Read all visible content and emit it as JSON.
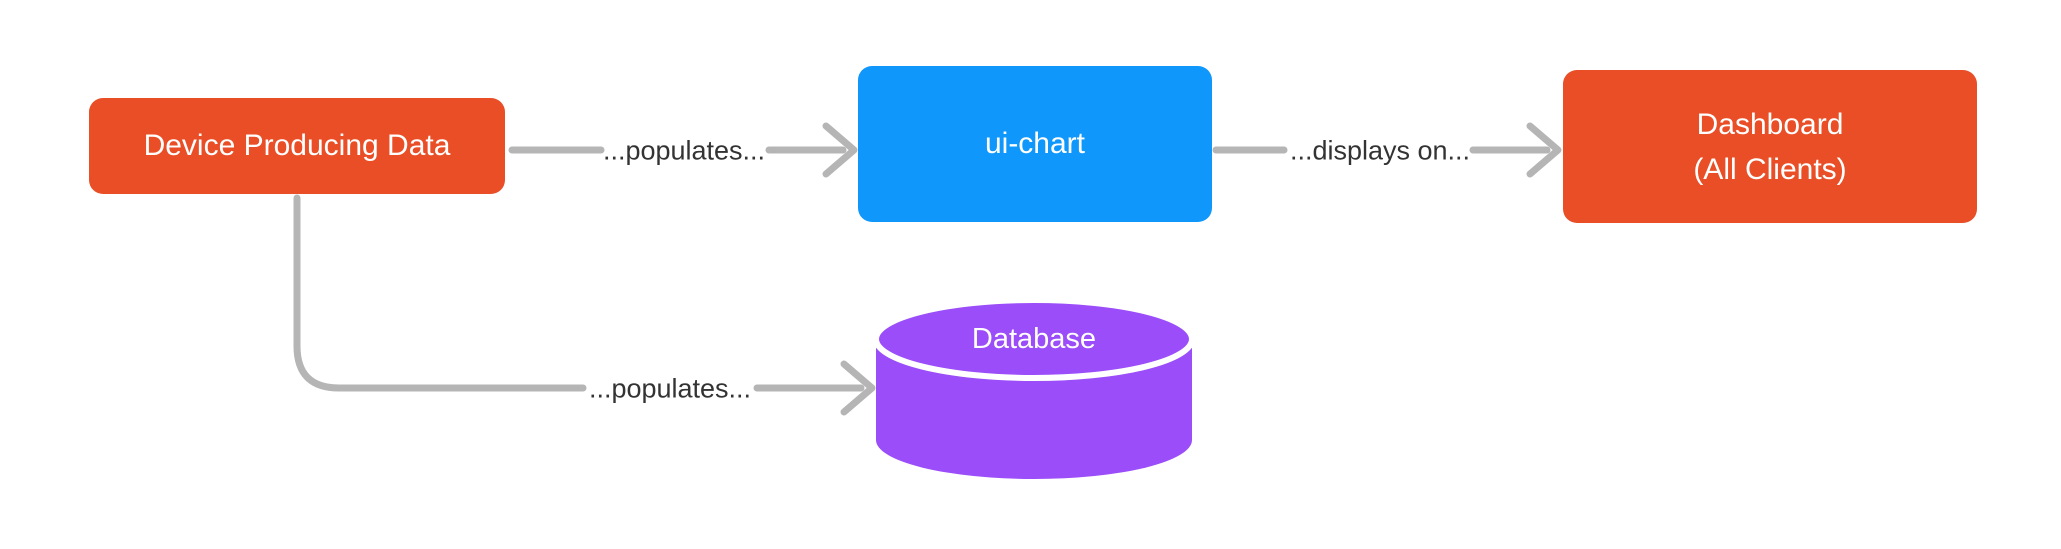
{
  "diagram": {
    "background": "#ffffff",
    "nodes": [
      {
        "id": "device",
        "label": "Device Producing Data",
        "shape": "rounded-rect",
        "color": "#e94e26",
        "text_color": "#ffffff"
      },
      {
        "id": "ui-chart",
        "label": "ui-chart",
        "shape": "rounded-rect",
        "color": "#1097fb",
        "text_color": "#ffffff"
      },
      {
        "id": "dashboard",
        "label": "Dashboard",
        "sublabel": "(All Clients)",
        "shape": "rounded-rect",
        "color": "#e94e26",
        "text_color": "#ffffff"
      },
      {
        "id": "database",
        "label": "Database",
        "shape": "cylinder",
        "color": "#9a4df8",
        "text_color": "#ffffff"
      }
    ],
    "edges": [
      {
        "from": "device",
        "to": "ui-chart",
        "label": "...populates..."
      },
      {
        "from": "ui-chart",
        "to": "dashboard",
        "label": "...displays on..."
      },
      {
        "from": "device",
        "to": "database",
        "label": "...populates..."
      }
    ],
    "style": {
      "arrow_color": "#b5b5b5",
      "edge_label_color": "#333333",
      "cylinder_seam_color": "#ffffff"
    }
  }
}
